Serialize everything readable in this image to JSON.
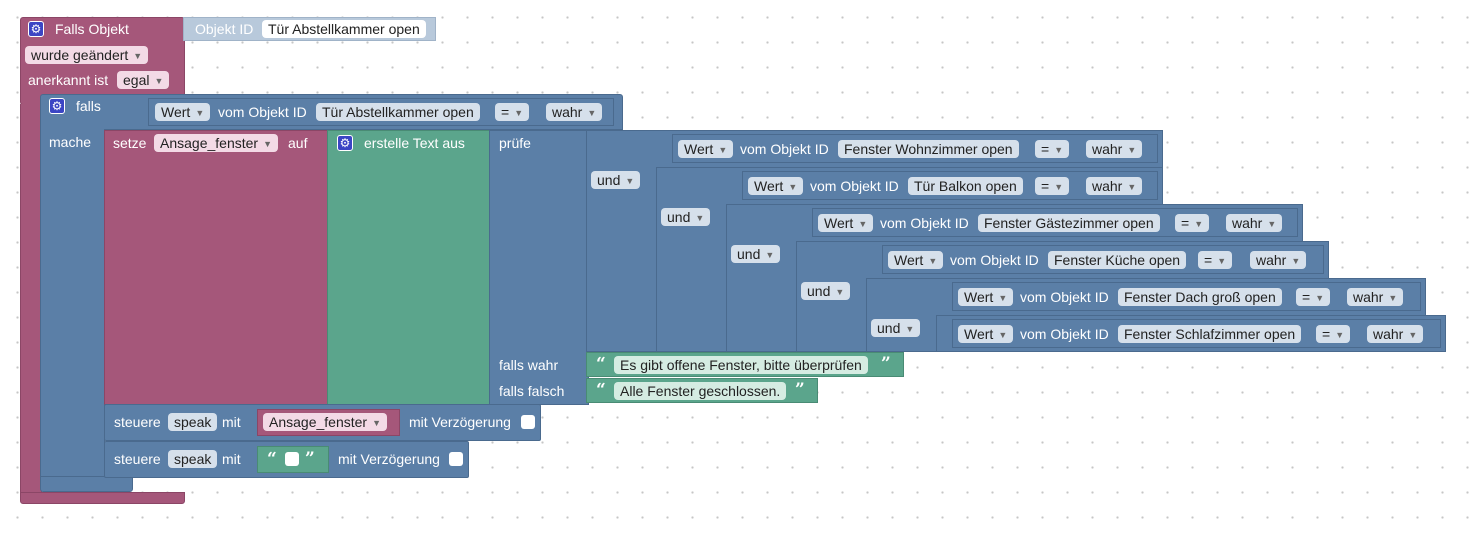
{
  "trigger": {
    "title": "Falls Objekt",
    "objekt_id_label": "Objekt ID",
    "objekt_id_value": "Tür Abstellkammer open",
    "mode_value": "wurde geändert",
    "anerkannt_label": "anerkannt ist",
    "anerkannt_value": "egal"
  },
  "if_block": {
    "falls_label": "falls",
    "mache_label": "mache",
    "cond": {
      "field": "Wert",
      "vom_label": "vom Objekt ID",
      "object": "Tür Abstellkammer open",
      "op": "=",
      "value": "wahr"
    }
  },
  "set_block": {
    "setze_label": "setze",
    "variable": "Ansage_fenster",
    "auf_label": "auf",
    "text_label": "erstelle Text aus",
    "pruefe_label": "prüfe",
    "falls_wahr_label": "falls wahr",
    "falls_falsch_label": "falls falsch",
    "true_text": "Es gibt offene Fenster, bitte überprüfen",
    "false_text": "Alle Fenster geschlossen."
  },
  "and_label": "und",
  "conditions": [
    {
      "field": "Wert",
      "vom_label": "vom Objekt ID",
      "object": "Fenster Wohnzimmer open",
      "op": "=",
      "value": "wahr"
    },
    {
      "field": "Wert",
      "vom_label": "vom Objekt ID",
      "object": "Tür Balkon open",
      "op": "=",
      "value": "wahr"
    },
    {
      "field": "Wert",
      "vom_label": "vom Objekt ID",
      "object": "Fenster Gästezimmer open",
      "op": "=",
      "value": "wahr"
    },
    {
      "field": "Wert",
      "vom_label": "vom Objekt ID",
      "object": "Fenster Küche open",
      "op": "=",
      "value": "wahr"
    },
    {
      "field": "Wert",
      "vom_label": "vom Objekt ID",
      "object": "Fenster Dach groß open",
      "op": "=",
      "value": "wahr"
    },
    {
      "field": "Wert",
      "vom_label": "vom Objekt ID",
      "object": "Fenster Schlafzimmer open",
      "op": "=",
      "value": "wahr"
    }
  ],
  "speak1": {
    "steuere_label": "steuere",
    "target": "speak",
    "mit_label": "mit",
    "variable": "Ansage_fenster",
    "delay_label": "mit Verzögerung"
  },
  "speak2": {
    "steuere_label": "steuere",
    "target": "speak",
    "mit_label": "mit",
    "delay_label": "mit Verzögerung"
  },
  "icons": {
    "gear": "gear-icon",
    "dropdown": "dropdown-arrow-icon",
    "quote": "quote-icon"
  },
  "colors": {
    "event": "#a5577a",
    "control": "#5b7fa7",
    "text": "#5ba58c",
    "variable": "#a5577a",
    "gear": "#3b45c4"
  }
}
